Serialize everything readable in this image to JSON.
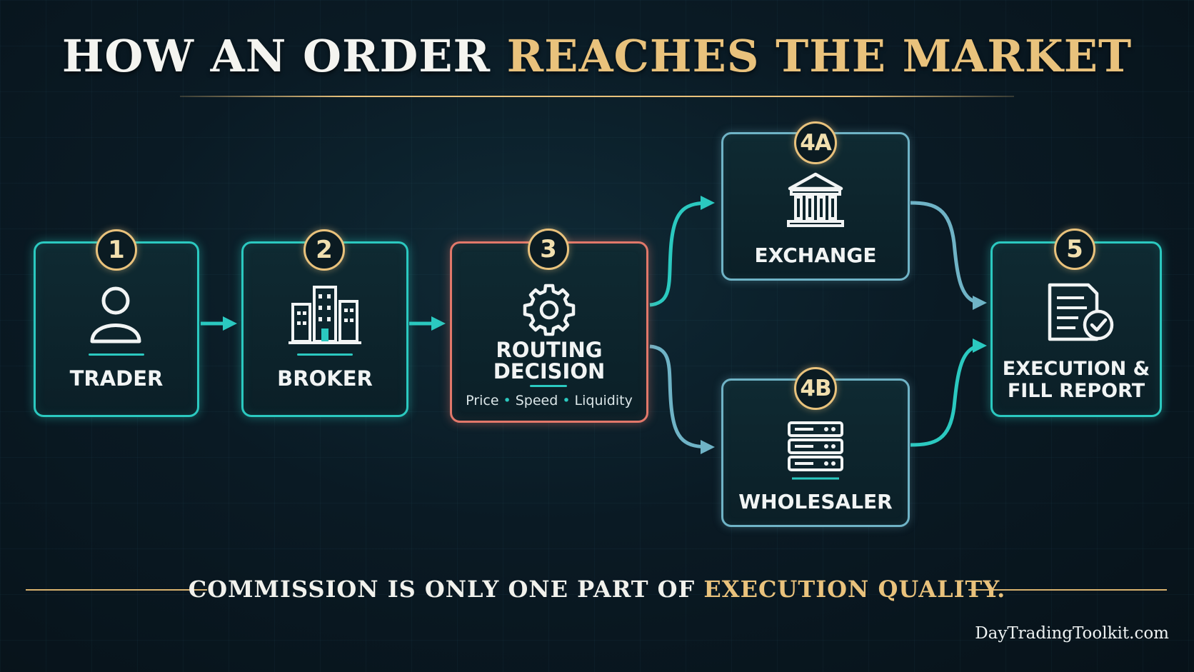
{
  "title": {
    "part1": "HOW AN ORDER",
    "part2": "REACHES THE MARKET"
  },
  "nodes": {
    "trader": {
      "badge": "1",
      "label": "TRADER",
      "icon": "user-icon"
    },
    "broker": {
      "badge": "2",
      "label": "BROKER",
      "icon": "buildings-icon"
    },
    "routing": {
      "badge": "3",
      "label_line1": "ROUTING",
      "label_line2": "DECISION",
      "icon": "gear-icon",
      "criteria": [
        "Price",
        "Speed",
        "Liquidity"
      ]
    },
    "exchange": {
      "badge": "4A",
      "label": "EXCHANGE",
      "icon": "bank-icon"
    },
    "wholesaler": {
      "badge": "4B",
      "label": "WHOLESALER",
      "icon": "server-icon"
    },
    "execution": {
      "badge": "5",
      "label_line1": "EXECUTION &",
      "label_line2": "FILL REPORT",
      "icon": "document-check-icon"
    }
  },
  "tagline": {
    "part1": "COMMISSION IS ONLY ONE PART OF",
    "part2": "EXECUTION QUALITY."
  },
  "footer": "DayTradingToolkit.com",
  "colors": {
    "teal": "#2bc9c0",
    "coral": "#e2786a",
    "gold": "#e9c27c",
    "steel_blue": "#6fb3c6",
    "background": "#0a1a24"
  }
}
